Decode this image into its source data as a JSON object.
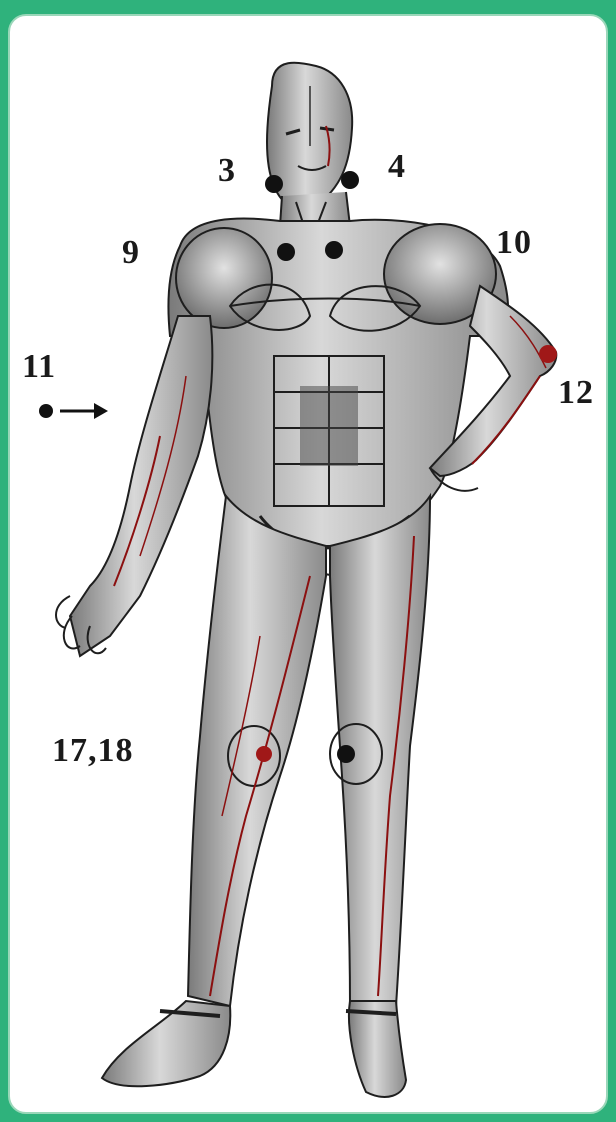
{
  "diagram": {
    "labels": {
      "l3": "3",
      "l4": "4",
      "l9": "9",
      "l10": "10",
      "l11": "11",
      "l12": "12",
      "l1718": "17,18"
    },
    "colors": {
      "frame": "#2fb27c",
      "background": "#ffffff",
      "black_point": "#111111",
      "red_point": "#a01818",
      "vessel": "#8b1010",
      "outline": "#1e1e1e"
    },
    "icons": [
      "arrow-right-icon",
      "point-marker-icon"
    ]
  }
}
